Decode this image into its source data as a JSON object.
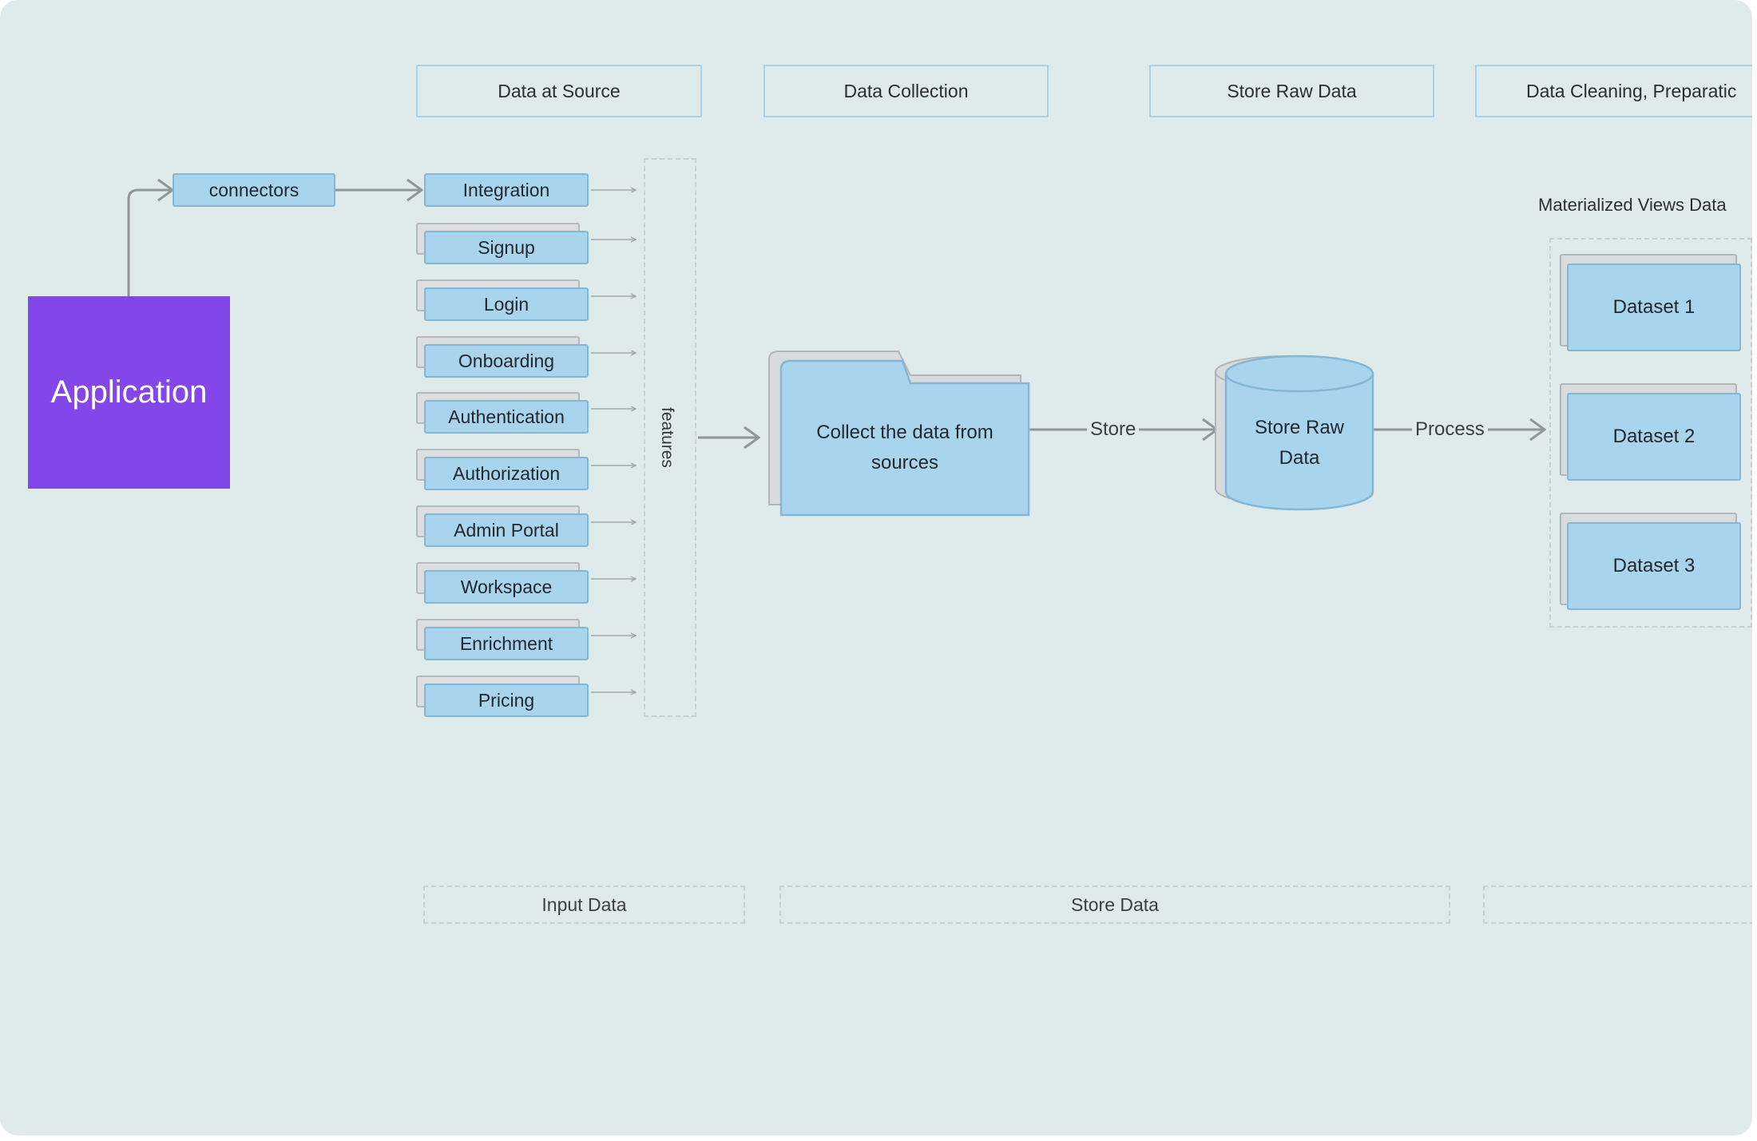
{
  "phases": [
    "Data at Source",
    "Data Collection",
    "Store Raw Data",
    "Data Cleaning, Preparatic"
  ],
  "application": {
    "label": "Application",
    "color": "#8346e8"
  },
  "connectors": {
    "label": "connectors"
  },
  "features": {
    "label": "features",
    "items": [
      "Integration",
      "Signup",
      "Login",
      "Onboarding",
      "Authentication",
      "Authorization",
      "Admin Portal",
      "Workspace",
      "Enrichment",
      "Pricing"
    ]
  },
  "collect": {
    "line1": "Collect the data from",
    "line2": "sources"
  },
  "edges": {
    "store": "Store",
    "process": "Process"
  },
  "raw_store": {
    "line1": "Store Raw",
    "line2": "Data"
  },
  "materialized": {
    "label": "Materialized Views Data",
    "datasets": [
      "Dataset 1",
      "Dataset 2",
      "Dataset 3"
    ]
  },
  "footer": [
    "Input Data",
    "Store Data",
    ""
  ],
  "colors": {
    "node_fill": "#a9d4ee",
    "node_border": "#84b7d6",
    "background": "#dfebea",
    "arrow": "#8e9699"
  }
}
